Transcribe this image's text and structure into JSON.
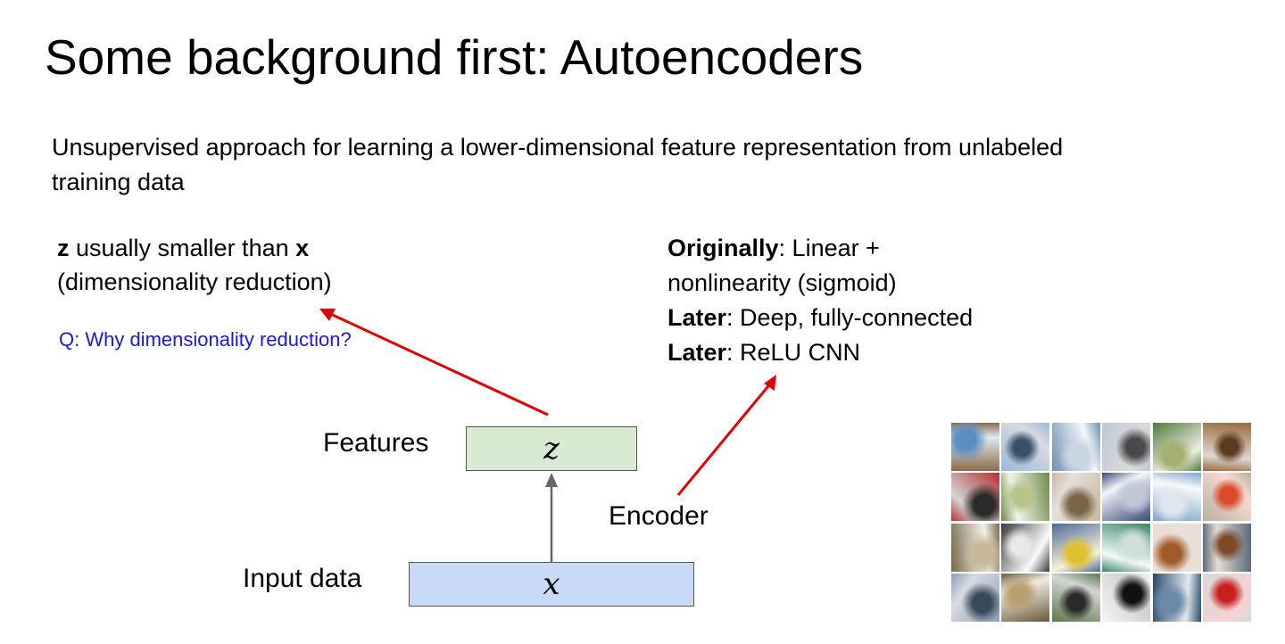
{
  "title": "Some background first: Autoencoders",
  "subtitle": "Unsupervised approach for learning a lower-dimensional feature representation from unlabeled training data",
  "left_note": {
    "z": "z",
    "mid": " usually smaller than ",
    "x": "x",
    "line2": "(dimensionality reduction)"
  },
  "question": "Q: Why dimensionality reduction?",
  "right_note": {
    "l1_bold": "Originally",
    "l1_rest": ": Linear +",
    "l2": "nonlinearity (sigmoid)",
    "l3_bold": "Later",
    "l3_rest": ": Deep, fully-connected",
    "l4_bold": "Later",
    "l4_rest": ": ReLU CNN"
  },
  "diagram": {
    "features_label": "Features",
    "input_label": "Input data",
    "encoder_label": "Encoder",
    "z_symbol": "z",
    "x_symbol": "x"
  },
  "colors": {
    "arrow_red": "#e00000",
    "arrow_gray": "#666666",
    "question_blue": "#1a1ad6",
    "z_box": "#d9ead3",
    "x_box": "#c9daf8"
  },
  "thumbnails": [
    {
      "name": "cat-image-thumbnail",
      "bg": "#8a6a4a",
      "fg": "#5b8fc4"
    },
    {
      "name": "ship-image-thumbnail",
      "bg": "#9db8d8",
      "fg": "#3a4f6a"
    },
    {
      "name": "ship-image-thumbnail",
      "bg": "#6d8fb3",
      "fg": "#c9d6e2"
    },
    {
      "name": "airplane-image-thumbnail",
      "bg": "#bfc8d6",
      "fg": "#4a4a4a"
    },
    {
      "name": "frog-image-thumbnail",
      "bg": "#4f7a3c",
      "fg": "#a5b070"
    },
    {
      "name": "frog-image-thumbnail",
      "bg": "#9a6b3f",
      "fg": "#5b3a1e"
    },
    {
      "name": "automobile-image-thumbnail",
      "bg": "#b53030",
      "fg": "#2a2a2a"
    },
    {
      "name": "frog-image-thumbnail",
      "bg": "#6f8c4a",
      "fg": "#b8c48a"
    },
    {
      "name": "cat-image-thumbnail",
      "bg": "#c9b79c",
      "fg": "#7a6448"
    },
    {
      "name": "automobile-image-thumbnail",
      "bg": "#3a4a78",
      "fg": "#c0c8d8"
    },
    {
      "name": "airplane-image-thumbnail",
      "bg": "#7fa6c8",
      "fg": "#e0e6ee"
    },
    {
      "name": "truck-image-thumbnail",
      "bg": "#b8b0a0",
      "fg": "#d84a2a"
    },
    {
      "name": "dog-image-thumbnail",
      "bg": "#7a6a4a",
      "fg": "#c8b898"
    },
    {
      "name": "horse-image-thumbnail",
      "bg": "#3a3a3a",
      "fg": "#e8e8e8"
    },
    {
      "name": "truck-image-thumbnail",
      "bg": "#4a6a9a",
      "fg": "#e0c030"
    },
    {
      "name": "ship-image-thumbnail",
      "bg": "#3a8a6a",
      "fg": "#d0e0d8"
    },
    {
      "name": "dog-image-thumbnail",
      "bg": "#e8e0d8",
      "fg": "#a05a2a"
    },
    {
      "name": "horse-image-thumbnail",
      "bg": "#5a6a7a",
      "fg": "#7a4a2a"
    },
    {
      "name": "ship-image-thumbnail",
      "bg": "#8aa0b8",
      "fg": "#3a4a5a"
    },
    {
      "name": "frog-image-thumbnail",
      "bg": "#6a5a3a",
      "fg": "#b8a070"
    },
    {
      "name": "horse-image-thumbnail",
      "bg": "#5a7a4a",
      "fg": "#2a2a2a"
    },
    {
      "name": "airplane-image-thumbnail",
      "bg": "#f4f4f4",
      "fg": "#111111"
    },
    {
      "name": "deer-image-thumbnail",
      "bg": "#2a4a6a",
      "fg": "#6a8aa8"
    },
    {
      "name": "truck-image-thumbnail",
      "bg": "#d8d8d8",
      "fg": "#c82020"
    }
  ]
}
